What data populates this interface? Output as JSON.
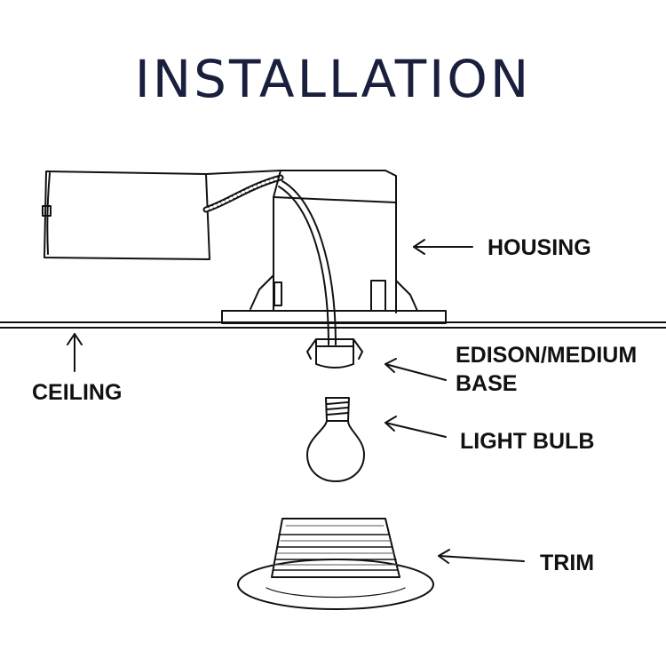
{
  "title": "INSTALLATION",
  "labels": {
    "housing": "HOUSING",
    "ceiling": "CEILING",
    "base_line1": "EDISON/MEDIUM",
    "base_line2": "BASE",
    "bulb": "LIGHT BULB",
    "trim": "TRIM"
  },
  "colors": {
    "title": "#1a1f3d",
    "ink": "#111111",
    "background": "#ffffff"
  }
}
